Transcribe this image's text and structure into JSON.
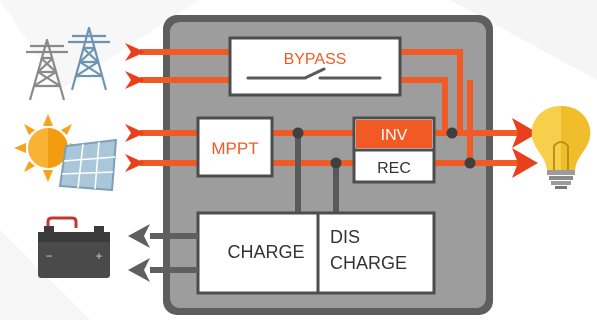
{
  "labels": {
    "bypass": "BYPASS",
    "mppt": "MPPT",
    "inv": "INV",
    "rec": "REC",
    "charge": "CHARGE",
    "discharge_line1": "DIS",
    "discharge_line2": "CHARGE"
  },
  "battery_terminals": {
    "negative": "−",
    "positive": "+"
  },
  "colors": {
    "background": "#ffffff",
    "housing_outer": "#5e5e5e",
    "housing_inner": "#9d9d9d",
    "box_fill": "#ffffff",
    "box_stroke": "#4d4d4d",
    "flow_orange": "#f15a24",
    "flow_orange_head": "#e8401c",
    "discharge_arrow": "#5f5f5f",
    "connector_gray": "#5a5a5a",
    "bypass_text": "#f15a24",
    "inv_bg": "#f15a24",
    "label_dark": "#333333"
  },
  "icons": {
    "grid": "power-tower-icon",
    "solar": "solar-panel-sun-icon",
    "battery": "battery-icon",
    "load": "light-bulb-icon",
    "switch": "bypass-switch-icon"
  }
}
